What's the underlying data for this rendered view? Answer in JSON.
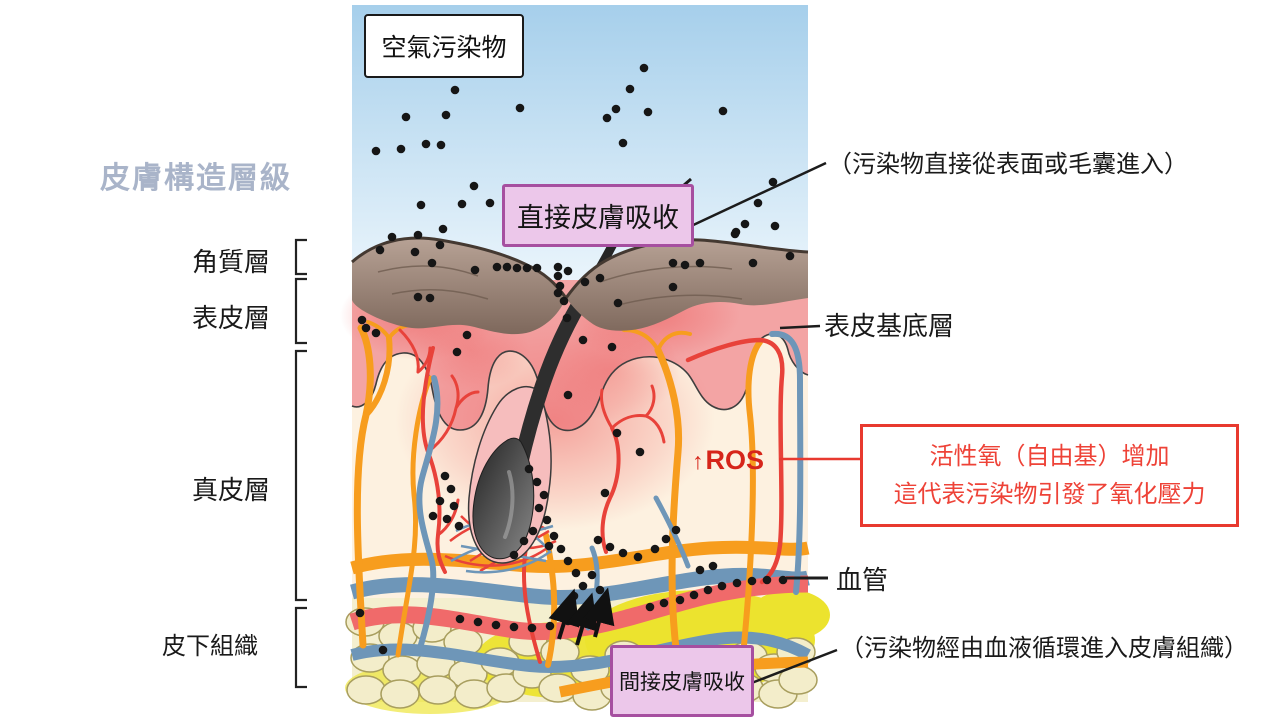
{
  "title": {
    "text": "皮膚構造層級"
  },
  "air_pollutants_box": {
    "label": "空氣污染物"
  },
  "skin_layers": {
    "stratum_corneum": "角質層",
    "epidermis": "表皮層",
    "dermis": "真皮層",
    "subcutis": "皮下組織"
  },
  "direct_absorption": {
    "box_label": "直接皮膚吸收",
    "annotation": "（污染物直接從表面或毛囊進入）"
  },
  "indirect_absorption": {
    "box_label": "間接皮膚吸收",
    "annotation": "（污染物經由血液循環進入皮膚組織）"
  },
  "side_labels": {
    "basal_layer": "表皮基底層",
    "blood_vessel": "血管"
  },
  "ros": {
    "arrow": "↑",
    "label": "ROS",
    "box_line1": "活性氧（自由基）增加",
    "box_line2": "這代表污染物引發了氧化壓力"
  },
  "colors": {
    "title": "#a9b4c9",
    "purple_box_bg": "#ecc7ea",
    "purple_box_border": "#a64fa0",
    "red_accent": "#e8392f",
    "ros_red": "#d6251a",
    "sky_blue": "#a6cfeb",
    "epidermis_pink": "#f3a4a4",
    "corneum_brown": "#9a8376",
    "dermis_cream": "#fdf1e0",
    "fat_yellow": "#ece32e"
  }
}
